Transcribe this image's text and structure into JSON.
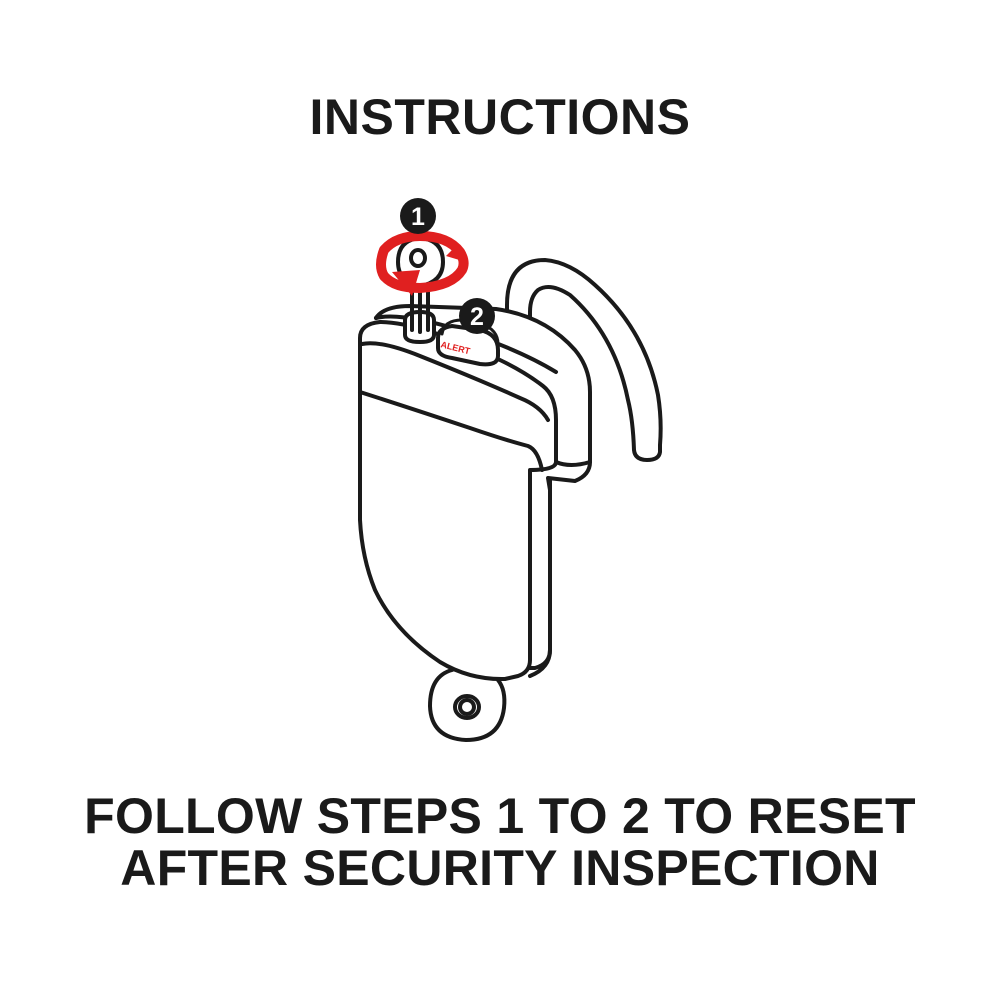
{
  "title": "INSTRUCTIONS",
  "steps": [
    {
      "number": "1",
      "action": "turn-key"
    },
    {
      "number": "2",
      "action": "press-alert-button"
    }
  ],
  "alert_label": "ALERT",
  "caption": {
    "line1": "FOLLOW STEPS 1 TO 2 TO RESET",
    "line2": "AFTER SECURITY INSPECTION"
  },
  "colors": {
    "text": "#1a1a1a",
    "outline": "#1a1a1a",
    "accent": "#e02020",
    "background": "#ffffff"
  },
  "icons": {
    "lock": "padlock-icon",
    "key": "key-icon",
    "rotate": "rotate-arrow-icon"
  }
}
